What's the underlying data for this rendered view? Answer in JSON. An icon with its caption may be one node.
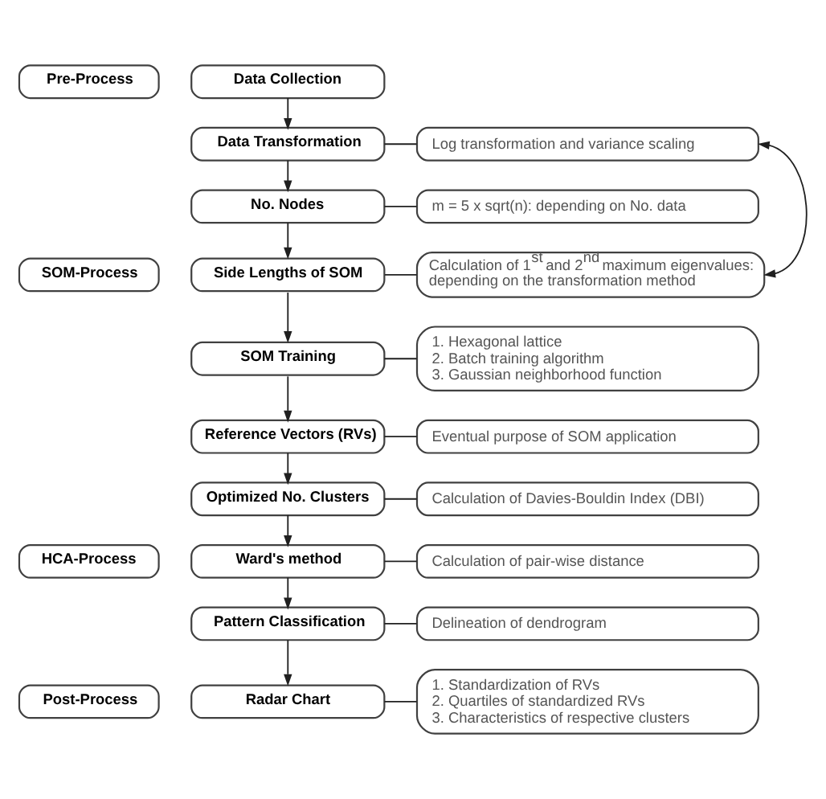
{
  "diagram": {
    "nodes": [
      {
        "text": [
          "Data Collection"
        ]
      },
      {
        "text": [
          "Pre-Process"
        ]
      },
      {
        "text": [
          "Data Transformation"
        ]
      },
      {
        "text": [
          "Log transformation and variance scaling"
        ]
      },
      {
        "text": [
          "No. Nodes"
        ]
      },
      {
        "text": [
          "m = 5 x sqrt(n): depending on No. data"
        ]
      },
      {
        "text": [
          "Side Lengths of SOM"
        ]
      },
      {
        "text": [
          "Calculation of 1$^{st}$ and 2$^{nd}$ maximum eigenvalues: depending on the transformation method"
        ]
      },
      {
        "text": [
          "SOM-Process"
        ]
      },
      {
        "text": [
          "SOM Training"
        ]
      },
      {
        "text": [
          "1. Hexagonal lattice",
          "2. Batch training algorithm",
          "3. Gaussian neighborhood function"
        ]
      },
      {
        "text": [
          "Reference Vectors (RVs)"
        ]
      },
      {
        "text": [
          "Eventual purpose of SOM application"
        ]
      },
      {
        "text": [
          "Optimized No. Clusters"
        ]
      },
      {
        "text": [
          "Calculation of Davies-Bouldin Index (DBI)"
        ]
      },
      {
        "text": [
          "HCA-Process"
        ]
      },
      {
        "text": [
          "Ward's method"
        ]
      },
      {
        "text": [
          "Calculation of pair-wise distance"
        ]
      },
      {
        "text": [
          "Pattern Classification"
        ]
      },
      {
        "text": [
          "Delineation of dendrogram"
        ]
      },
      {
        "text": [
          "Post-Process"
        ]
      },
      {
        "text": [
          "Radar Chart"
        ]
      },
      {
        "text": [
          "1. Standardization of RVs",
          "2. Quartiles of standardized RVs",
          "3. Characteristics of respective clusters"
        ]
      }
    ],
    "edges": [
      {
        "from": 0,
        "to": 2,
        "arrow": "to"
      },
      {
        "from": 2,
        "to": 3,
        "arrow": "none"
      },
      {
        "from": 2,
        "to": 4,
        "arrow": "to"
      },
      {
        "from": 4,
        "to": 5,
        "arrow": "none"
      },
      {
        "from": 4,
        "to": 6,
        "arrow": "to"
      },
      {
        "from": 6,
        "to": 7,
        "arrow": "none"
      },
      {
        "from": 7,
        "to": 3,
        "arrow": "both"
      },
      {
        "from": 6,
        "to": 9,
        "arrow": "to"
      },
      {
        "from": 9,
        "to": 10,
        "arrow": "none"
      },
      {
        "from": 9,
        "to": 11,
        "arrow": "to"
      },
      {
        "from": 11,
        "to": 12,
        "arrow": "none"
      },
      {
        "from": 11,
        "to": 13,
        "arrow": "to"
      },
      {
        "from": 13,
        "to": 14,
        "arrow": "none"
      },
      {
        "from": 13,
        "to": 16,
        "arrow": "to"
      },
      {
        "from": 16,
        "to": 17,
        "arrow": "none"
      },
      {
        "from": 16,
        "to": 18,
        "arrow": "to"
      },
      {
        "from": 18,
        "to": 19,
        "arrow": "none"
      },
      {
        "from": 18,
        "to": 21,
        "arrow": "to"
      },
      {
        "from": 21,
        "to": 22,
        "arrow": "none"
      }
    ]
  }
}
